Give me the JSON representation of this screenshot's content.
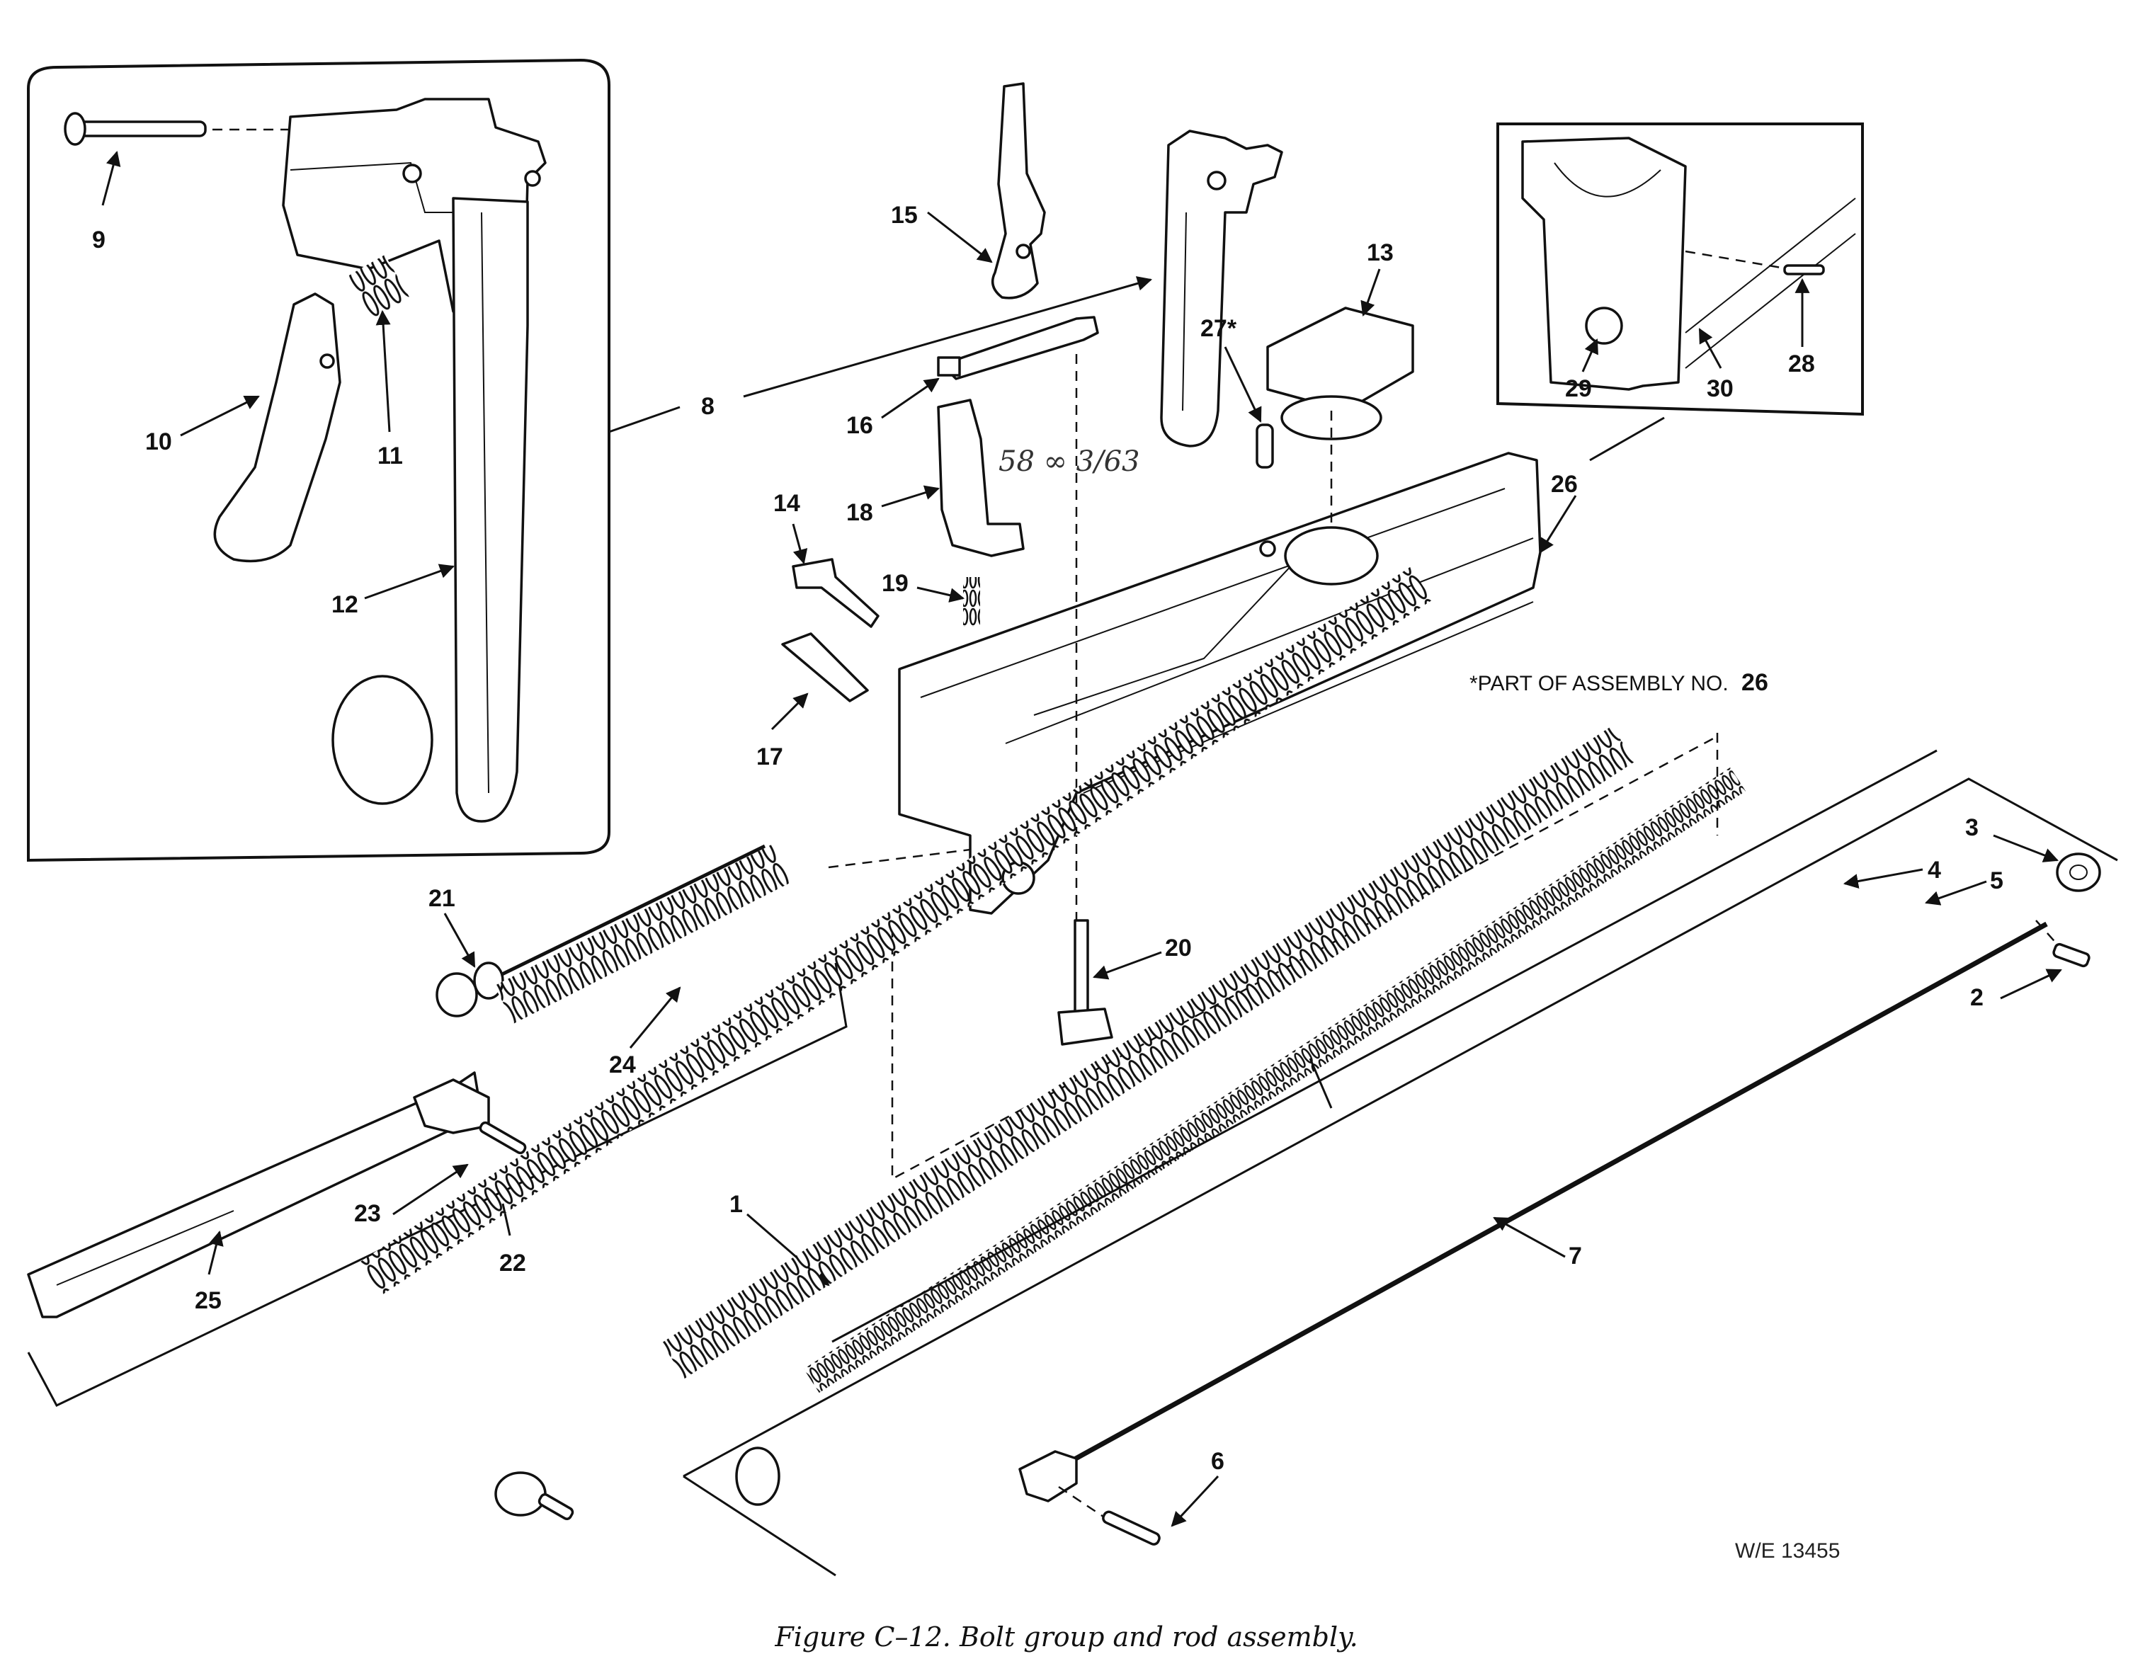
{
  "figure": {
    "caption": "Figure C–12.  Bolt group and rod assembly.",
    "footnote_prefix": "*PART OF ASSEMBLY NO.",
    "footnote_number": "26",
    "drawing_code": "W/E 13455",
    "handwritten_note": "58 ∞ 3/63"
  },
  "callouts": [
    "1",
    "2",
    "3",
    "4",
    "5",
    "6",
    "7",
    "8",
    "9",
    "10",
    "11",
    "12",
    "13",
    "14",
    "15",
    "16",
    "17",
    "18",
    "19",
    "20",
    "21",
    "22",
    "23",
    "24",
    "25",
    "26",
    "27*",
    "28",
    "29",
    "30"
  ],
  "icons": {
    "bolt": "bolt-body",
    "spring": "coil-spring",
    "rod": "guide-rod"
  }
}
